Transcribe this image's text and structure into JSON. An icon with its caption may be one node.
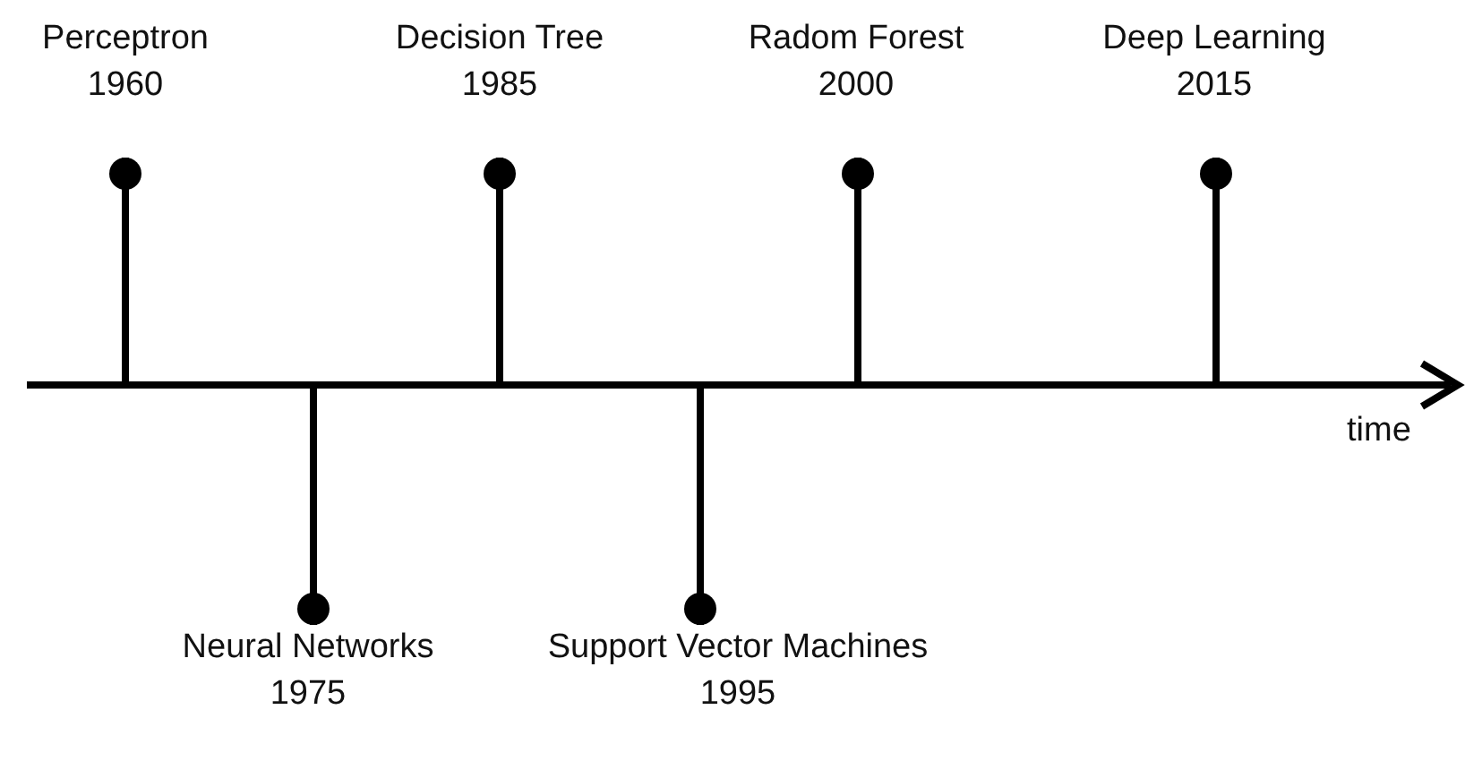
{
  "diagram": {
    "nodes": [
      {
        "text": [
          "Perceptron",
          "1960"
        ]
      },
      {
        "text": [
          "Neural Networks",
          "1975"
        ]
      },
      {
        "text": [
          "Decision Tree",
          "1985"
        ]
      },
      {
        "text": [
          "Support Vector Machines",
          "1995"
        ]
      },
      {
        "text": [
          "Radom Forest",
          "2000"
        ]
      },
      {
        "text": [
          "Deep Learning",
          "2015"
        ]
      },
      {
        "text": [],
        "shape": "bar",
        "beside": [
          "time"
        ]
      }
    ],
    "edges": [
      {
        "from": 0,
        "to": 6,
        "arrow": "other"
      },
      {
        "from": 1,
        "to": 6,
        "arrow": "other"
      },
      {
        "from": 2,
        "to": 6,
        "arrow": "other"
      },
      {
        "from": 3,
        "to": 6,
        "arrow": "other"
      },
      {
        "from": 4,
        "to": 6,
        "arrow": "other"
      },
      {
        "from": 5,
        "to": 6,
        "arrow": "other"
      }
    ]
  }
}
